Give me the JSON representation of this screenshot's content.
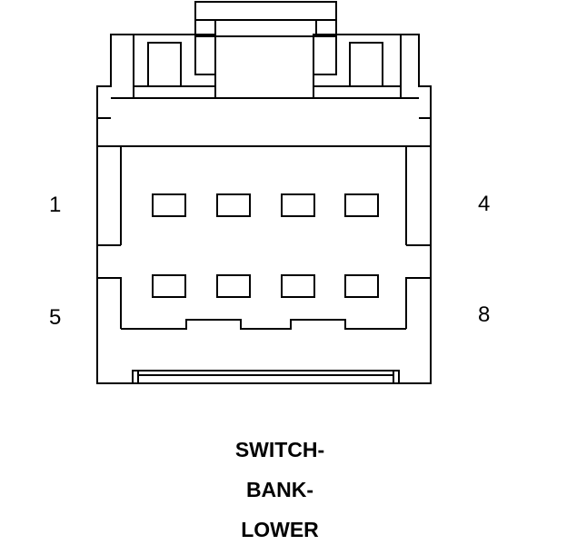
{
  "pins": {
    "top_left": "1",
    "top_right": "4",
    "bottom_left": "5",
    "bottom_right": "8"
  },
  "caption": {
    "line1": "SWITCH-",
    "line2": "BANK-",
    "line3": "LOWER"
  },
  "colors": {
    "stroke": "#000000",
    "background": "#ffffff"
  }
}
